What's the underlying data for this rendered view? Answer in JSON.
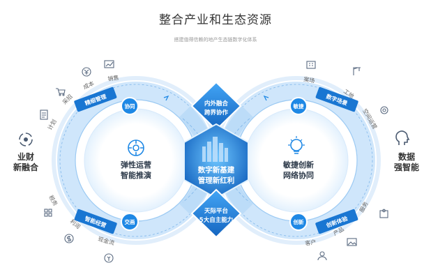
{
  "header": {
    "title": "整合产业和生态资源",
    "subtitle": "搭建值得信赖的地产生态链数字化体系"
  },
  "left_side": {
    "line1": "业财",
    "line2": "新融合"
  },
  "right_side": {
    "line1": "数据",
    "line2": "强智能"
  },
  "left_loop": {
    "center_line1": "弹性运营",
    "center_line2": "智能推演",
    "top_tab": "精细管理",
    "bottom_tab": "智能经营",
    "top_node": "协同",
    "bottom_node": "交画",
    "top_arc": [
      "计划",
      "采招",
      "成本",
      "销售"
    ],
    "bottom_arc": [
      "税务",
      "利润",
      "现金流"
    ]
  },
  "right_loop": {
    "center_line1": "敏捷创新",
    "center_line2": "网络协同",
    "top_tab": "数字场景",
    "bottom_tab": "创新体验",
    "top_node": "敏捷",
    "bottom_node": "创新",
    "top_arc": [
      "案场",
      "工地",
      "空间运营"
    ],
    "bottom_arc": [
      "客户",
      "产品",
      "服务"
    ]
  },
  "center": {
    "top_diamond_line1": "内外融合",
    "top_diamond_line2": "跨界协作",
    "core_line1": "数字新基建",
    "core_line2": "管理新红利",
    "bottom_diamond_line1": "天际平台",
    "bottom_diamond_line2": "5大自主能力"
  },
  "colors": {
    "primary": "#1e88e5",
    "light": "#cfe6fb",
    "tab": "#1976d2",
    "text": "#333333"
  }
}
